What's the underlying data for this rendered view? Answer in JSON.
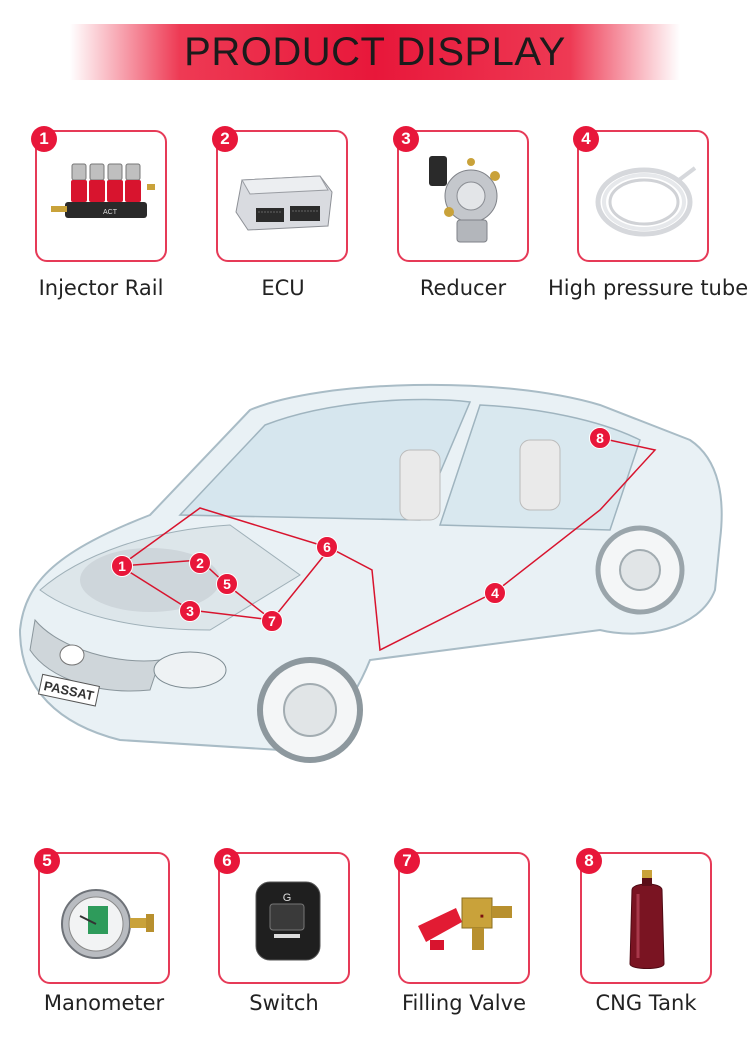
{
  "banner": {
    "title": "PRODUCT DISPLAY"
  },
  "products_top": [
    {
      "number": "1",
      "label": "Injector Rail"
    },
    {
      "number": "2",
      "label": "ECU"
    },
    {
      "number": "3",
      "label": "Reducer"
    },
    {
      "number": "4",
      "label": "High pressure tube"
    }
  ],
  "products_bottom": [
    {
      "number": "5",
      "label": "Manometer"
    },
    {
      "number": "6",
      "label": "Switch"
    },
    {
      "number": "7",
      "label": "Filling Valve"
    },
    {
      "number": "8",
      "label": "CNG Tank"
    }
  ],
  "car": {
    "plate": "PASSAT",
    "callouts": [
      "1",
      "2",
      "3",
      "4",
      "5",
      "6",
      "7",
      "8"
    ]
  },
  "product_details": {
    "injector_brand": "ACT",
    "switch_letter": "G"
  },
  "colors": {
    "accent": "#e8173a",
    "card_border": "#e63a57"
  }
}
